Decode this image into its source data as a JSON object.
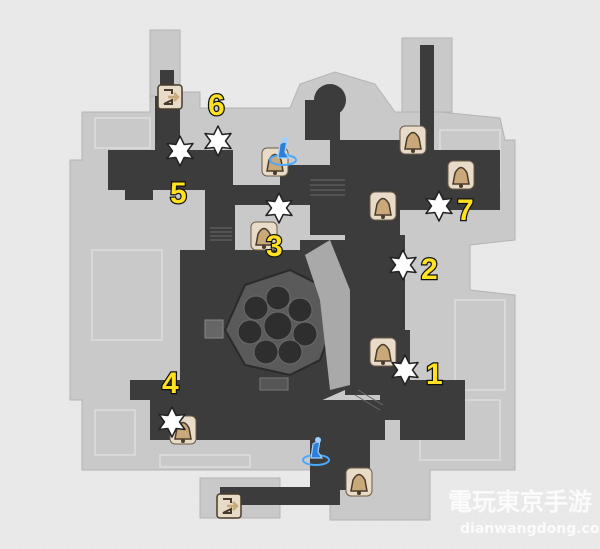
{
  "map": {
    "markers": [
      {
        "label": "1"
      },
      {
        "label": "2"
      },
      {
        "label": "3"
      },
      {
        "label": "4"
      },
      {
        "label": "5"
      },
      {
        "label": "6"
      },
      {
        "label": "7"
      }
    ],
    "colors": {
      "background": "#e9e9e9",
      "outer_area": "#c9c9c9",
      "path": "#3c3c3c",
      "number": "#ffe11f",
      "bell_icon": "#c9a87a",
      "teleport_icon": "#4aa8ff"
    }
  },
  "watermark": {
    "title": "電玩東京手游",
    "url": "dianwangdong.com"
  }
}
